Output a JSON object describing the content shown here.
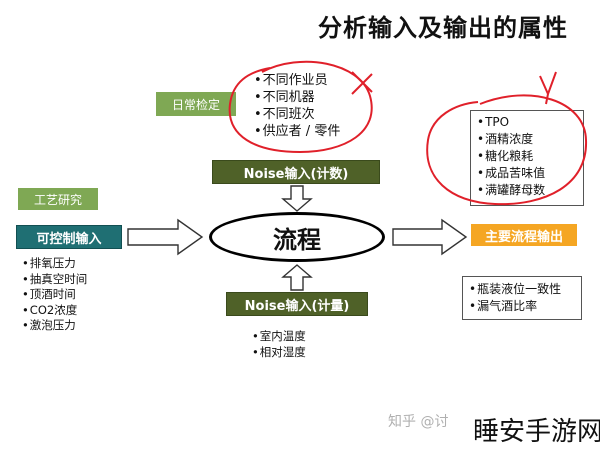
{
  "title": "分析输入及输出的属性",
  "daily_check": {
    "label": "日常检定",
    "items": [
      "不同作业员",
      "不同机器",
      "不同班次",
      "供应者 / 零件"
    ]
  },
  "noise_count": {
    "label": "Noise输入(计数)"
  },
  "process": {
    "label": "流程"
  },
  "noise_measure": {
    "label": "Noise输入(计量)",
    "items": [
      "室内温度",
      "相对湿度"
    ]
  },
  "craft_study": {
    "label": "工艺研究"
  },
  "controllable": {
    "label": "可控制输入",
    "items": [
      "排氧压力",
      "抽真空时间",
      "顶酒时间",
      "CO2浓度",
      "激泡压力"
    ]
  },
  "main_output": {
    "label": "主要流程输出",
    "items": [
      "TPO",
      "酒精浓度",
      "糖化粮耗",
      "成品苦味值",
      "满罐酵母数"
    ]
  },
  "other_output": {
    "items": [
      "瓶装液位一致性",
      "漏气酒比率"
    ]
  },
  "watermark": "知乎 @讨",
  "corner_text": "睡安手游网",
  "colors": {
    "label_green": "#7fa854",
    "label_dark": "#4f6128",
    "label_teal": "#1f6f73",
    "label_orange": "#f5a623",
    "annotation_red": "#e0202a"
  }
}
